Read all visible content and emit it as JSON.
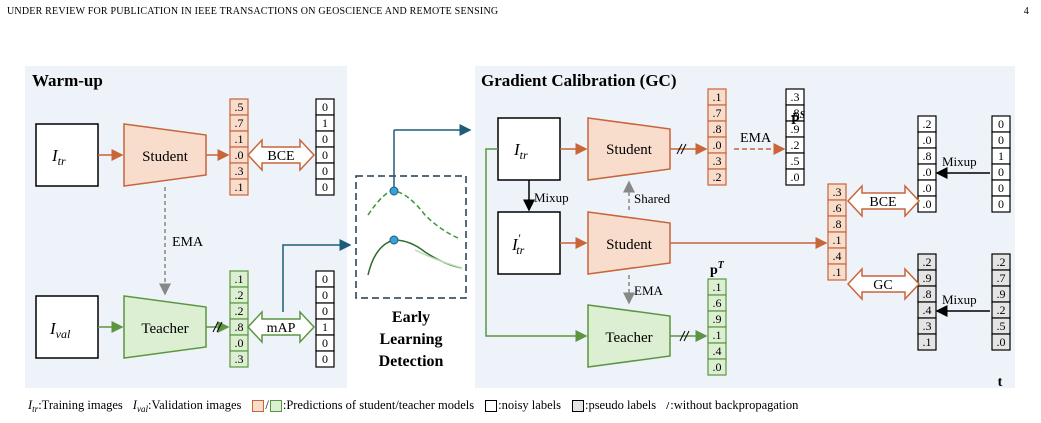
{
  "header": {
    "left": "UNDER REVIEW FOR PUBLICATION IN IEEE TRANSACTIONS ON GEOSCIENCE AND REMOTE SENSING",
    "page_number": "4"
  },
  "warmup": {
    "title": "Warm-up",
    "input_train": "I",
    "input_train_sub": "tr",
    "input_val": "I",
    "input_val_sub": "val",
    "student": "Student",
    "teacher": "Teacher",
    "ema": "EMA",
    "bce": "BCE",
    "map": "mAP",
    "student_preds": [
      ".5",
      ".7",
      ".1",
      ".0",
      ".3",
      ".1"
    ],
    "noisy_labels": [
      "0",
      "1",
      "0",
      "0",
      "0",
      "0"
    ],
    "teacher_preds": [
      ".1",
      ".2",
      ".2",
      ".8",
      ".0",
      ".3"
    ],
    "val_labels": [
      "0",
      "0",
      "0",
      "1",
      "0",
      "0"
    ]
  },
  "early": {
    "line1": "Early",
    "line2": "Learning",
    "line3": "Detection"
  },
  "gc": {
    "title": "Gradient Calibration (GC)",
    "input_train": "I",
    "input_train_sub": "tr",
    "input_mix": "I",
    "input_mix_sub": "tr",
    "input_mix_prime": "′",
    "mixup": "Mixup",
    "shared": "Shared",
    "ema": "EMA",
    "student": "Student",
    "teacher": "Teacher",
    "bce": "BCE",
    "gc": "GC",
    "student1_preds": [
      ".1",
      ".7",
      ".8",
      ".0",
      ".3",
      ".2"
    ],
    "ema_preds": [
      ".3",
      ".8",
      ".9",
      ".2",
      ".5",
      ".0"
    ],
    "ema_label": "P̃",
    "ema_label_sup": "S",
    "student2_preds": [
      ".3",
      ".6",
      ".8",
      ".1",
      ".4",
      ".1"
    ],
    "teacher_label": "p",
    "teacher_label_sup": "T",
    "teacher_preds": [
      ".1",
      ".6",
      ".9",
      ".1",
      ".4",
      ".0"
    ],
    "mixed_noisy": [
      ".2",
      ".0",
      ".8",
      ".0",
      ".0",
      ".0"
    ],
    "noisy_labels": [
      "0",
      "0",
      "1",
      "0",
      "0",
      "0"
    ],
    "mixed_pseudo": [
      ".2",
      ".9",
      ".8",
      ".4",
      ".3",
      ".1"
    ],
    "pseudo_labels": [
      ".2",
      ".7",
      ".9",
      ".2",
      ".5",
      ".0"
    ],
    "t_label": "t"
  },
  "legend": {
    "train": ":Training images",
    "val": ":Validation images",
    "preds": ":Predictions of student/teacher models",
    "noisy": ":noisy labels",
    "pseudo": ":pseudo labels",
    "nobp": ":without backpropagation"
  },
  "colors": {
    "student_fill": "#f8ddcd",
    "student_stroke": "#c8653a",
    "teacher_fill": "#dcefd3",
    "teacher_stroke": "#5c9640",
    "panel_bg": "#edf3f8",
    "blue": "#1f5c7a",
    "pseudo_fill": "#e4e4e4"
  }
}
